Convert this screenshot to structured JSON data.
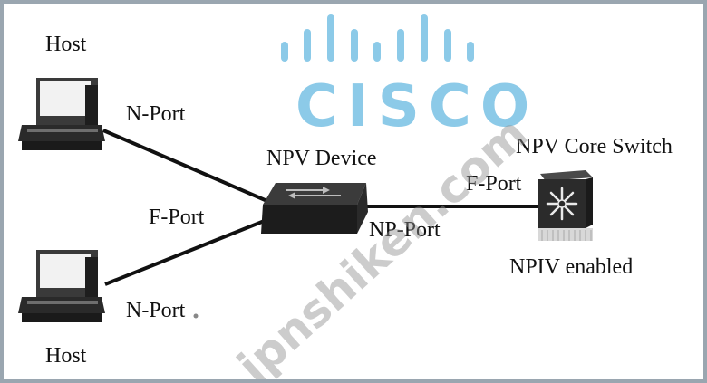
{
  "labels": {
    "host_top": "Host",
    "host_bottom": "Host",
    "nport_top": "N-Port",
    "nport_bottom": "N-Port",
    "fport_left": "F-Port",
    "npv_device": "NPV Device",
    "np_port": "NP-Port",
    "fport_right": "F-Port",
    "npv_core_switch": "NPV Core Switch",
    "npiv_enabled": "NPIV enabled"
  },
  "watermark": {
    "brand": "CISCO",
    "site": "jpnshiken.com"
  },
  "colors": {
    "frame": "#9aa6b0",
    "brand": "#2f9fd6",
    "link": "#111111"
  },
  "icons": {
    "host": "desktop-computer-icon",
    "npv_device": "fabric-switch-icon",
    "core_switch": "mds-director-switch-icon"
  }
}
